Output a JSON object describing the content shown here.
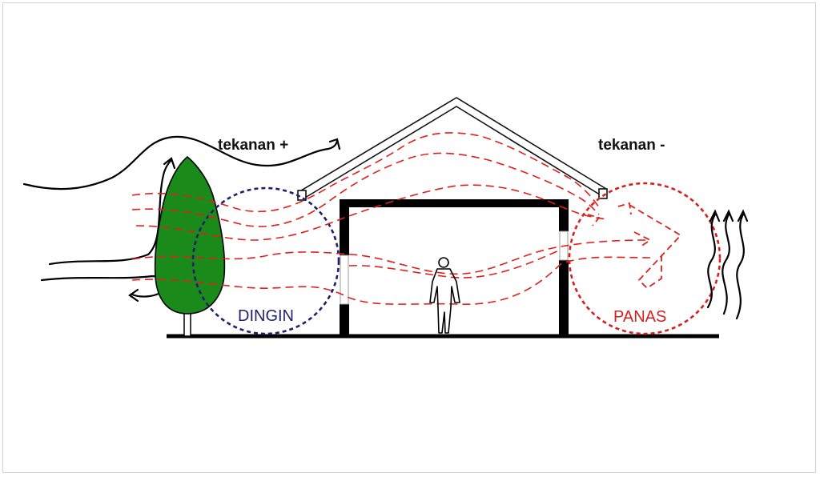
{
  "labels": {
    "pressure_positive": "tekanan +",
    "pressure_negative": "tekanan -",
    "cool_zone": "DINGIN",
    "hot_zone": "PANAS"
  },
  "colors": {
    "airflow": "#e0201c",
    "cool_zone": "#1f1f6e",
    "hot_zone": "#d42020",
    "tree": "#1a8a1a",
    "structure": "#000000"
  },
  "icons": [
    "tree-icon",
    "person-icon",
    "wind-arrow-icon",
    "heat-wave-icon",
    "curved-arrow-icon"
  ]
}
